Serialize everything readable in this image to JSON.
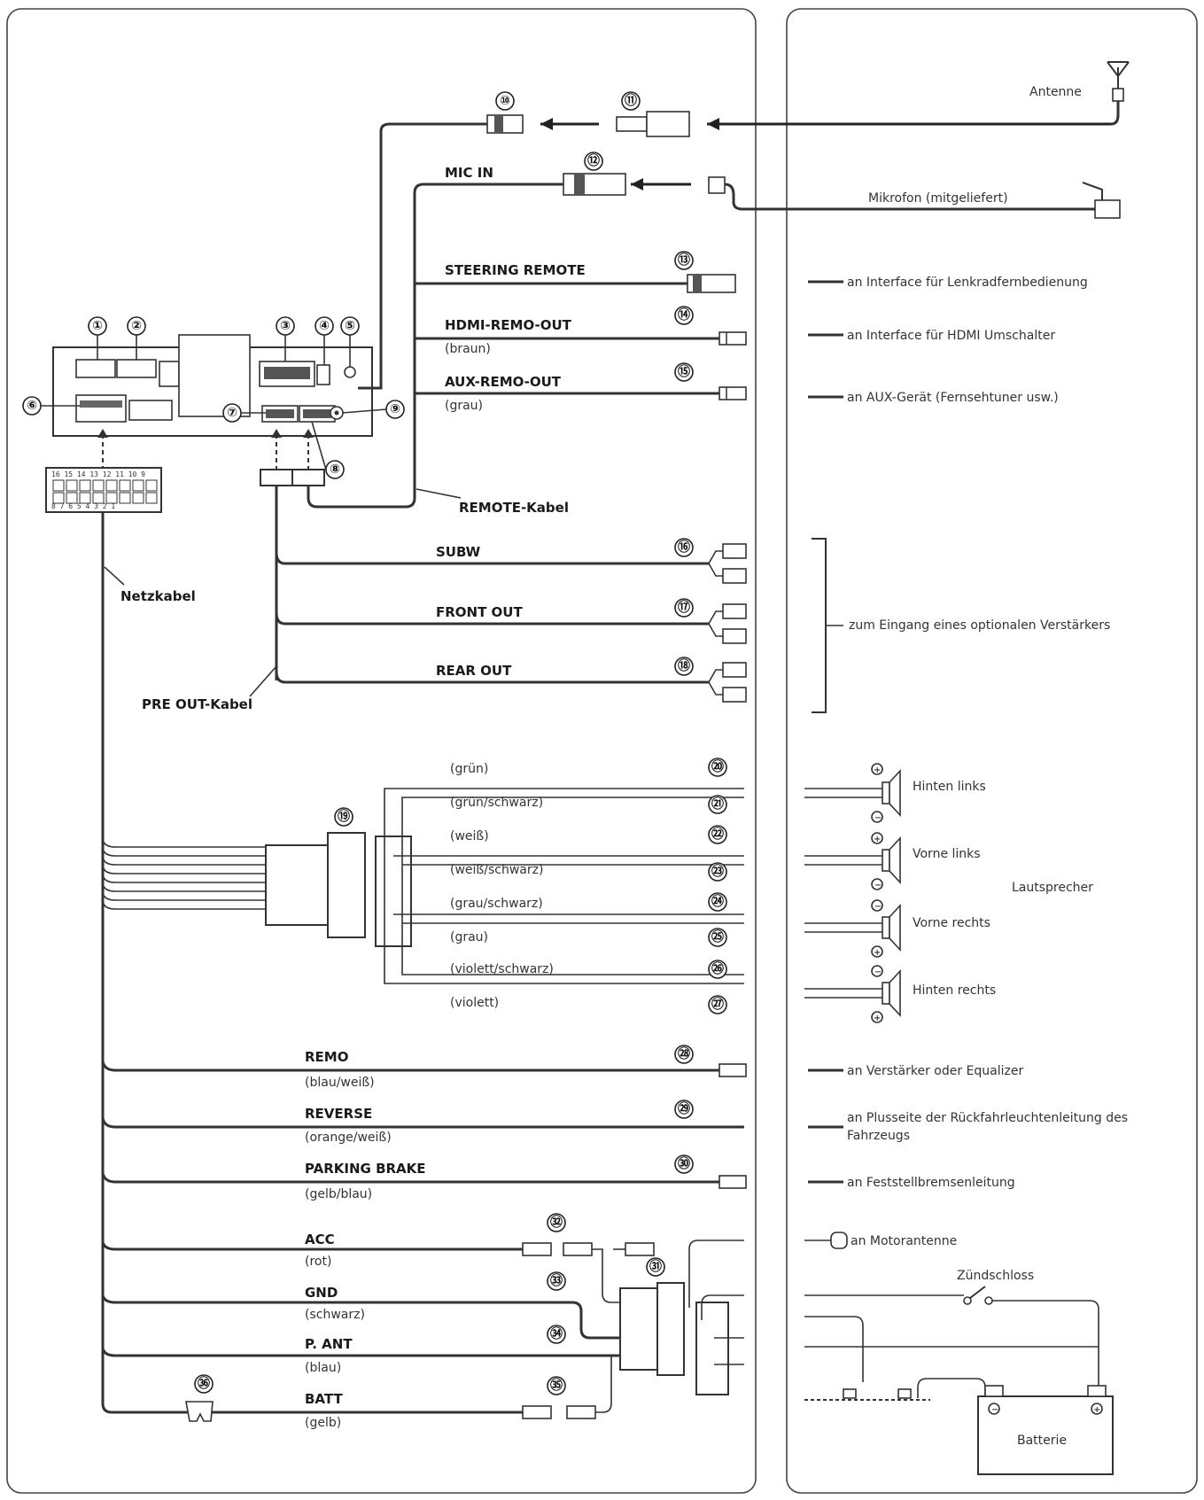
{
  "left_labels": {
    "mic_in": "MIC IN",
    "steering_remote": "STEERING REMOTE",
    "hdmi_remo_out": "HDMI-REMO-OUT",
    "hdmi_color": "(braun)",
    "aux_remo_out": "AUX-REMO-OUT",
    "aux_color": "(grau)",
    "remote_cable": "REMOTE-Kabel",
    "power_cable": "Netzkabel",
    "subw": "SUBW",
    "front_out": "FRONT OUT",
    "rear_out": "REAR OUT",
    "pre_out_cable": "PRE OUT-Kabel",
    "remo": "REMO",
    "remo_color": "(blau/weiß)",
    "reverse": "REVERSE",
    "reverse_color": "(orange/weiß)",
    "parking_brake": "PARKING BRAKE",
    "parking_color": "(gelb/blau)",
    "acc": "ACC",
    "acc_color": "(rot)",
    "gnd": "GND",
    "gnd_color": "(schwarz)",
    "pant": "P. ANT",
    "pant_color": "(blau)",
    "batt": "BATT",
    "batt_color": "(gelb)"
  },
  "speaker_wires": [
    "(grün)",
    "(grün/schwarz)",
    "(weiß)",
    "(weiß/schwarz)",
    "(grau/schwarz)",
    "(grau)",
    "(violett/schwarz)",
    "(violett)"
  ],
  "numbers": [
    "①",
    "②",
    "③",
    "④",
    "⑤",
    "⑥",
    "⑦",
    "⑧",
    "⑨",
    "⑩",
    "⑪",
    "⑫",
    "⑬",
    "⑭",
    "⑮",
    "⑯",
    "⑰",
    "⑱",
    "⑲",
    "⑳",
    "㉑",
    "㉒",
    "㉓",
    "㉔",
    "㉕",
    "㉖",
    "㉗",
    "㉘",
    "㉙",
    "㉚",
    "㉛",
    "㉜",
    "㉝",
    "㉞",
    "㉟",
    "㊱"
  ],
  "right_labels": {
    "antenna": "Antenne",
    "microphone": "Mikrofon (mitgeliefert)",
    "steering_if": "an Interface für Lenkradfernbedienung",
    "hdmi_if": "an Interface für HDMI Umschalter",
    "aux_dev": "an AUX-Gerät (Fernsehtuner usw.)",
    "amp_input": "zum Eingang eines optionalen Verstärkers",
    "rear_left": "Hinten links",
    "front_left": "Vorne links",
    "speakers": "Lautsprecher",
    "front_right": "Vorne rechts",
    "rear_right": "Hinten rechts",
    "amp_eq": "an Verstärker oder Equalizer",
    "reverse_line_1": "an Plusseite der Rückfahrleuchtenleitung des",
    "reverse_line_2": "Fahrzeugs",
    "parking_line": "an Feststellbremsenleitung",
    "motor_antenna": "an Motorantenne",
    "ignition": "Zündschloss",
    "battery": "Batterie"
  },
  "connector_pins": {
    "top": "16 15 14 13 12 11 10  9",
    "bottom": "8  7  6  5  4  3  2  1"
  }
}
